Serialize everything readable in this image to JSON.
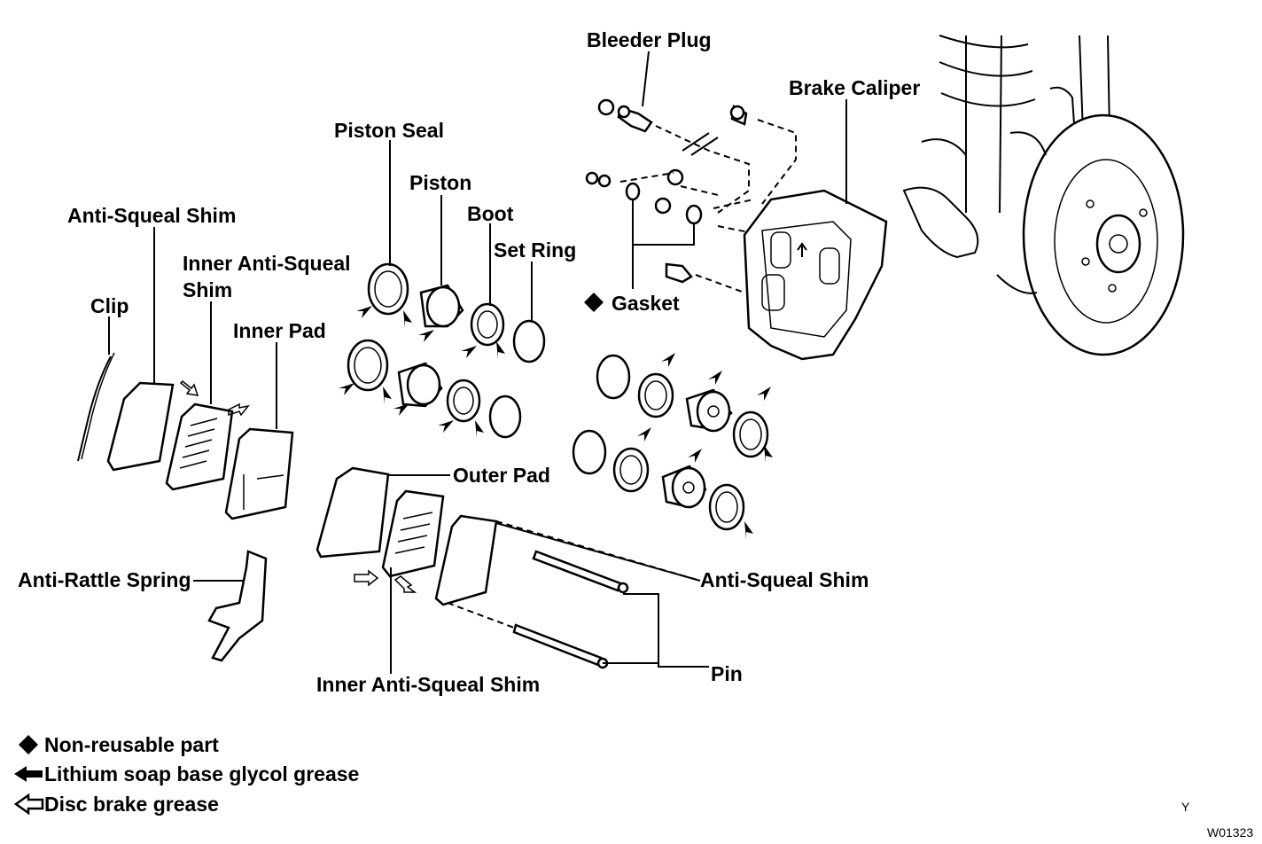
{
  "labels": {
    "bleeder_plug": "Bleeder Plug",
    "brake_caliper": "Brake Caliper",
    "piston_seal": "Piston Seal",
    "piston": "Piston",
    "boot": "Boot",
    "set_ring": "Set Ring",
    "gasket": "Gasket",
    "anti_squeal_shim_top": "Anti-Squeal Shim",
    "inner_anti_squeal_shim_top_1": "Inner Anti-Squeal",
    "inner_anti_squeal_shim_top_2": "Shim",
    "clip": "Clip",
    "inner_pad": "Inner Pad",
    "outer_pad": "Outer Pad",
    "anti_rattle_spring": "Anti-Rattle Spring",
    "anti_squeal_shim_right": "Anti-Squeal Shim",
    "pin": "Pin",
    "inner_anti_squeal_shim_bottom": "Inner Anti-Squeal Shim"
  },
  "legend": [
    {
      "symbol": "diamond-icon",
      "text": "Non-reusable part"
    },
    {
      "symbol": "solid-arrow-icon",
      "text": "Lithium soap base glycol grease"
    },
    {
      "symbol": "hollow-arrow-icon",
      "text": "Disc brake grease"
    }
  ],
  "footer": {
    "orientation": "Y",
    "code": "W01323"
  }
}
